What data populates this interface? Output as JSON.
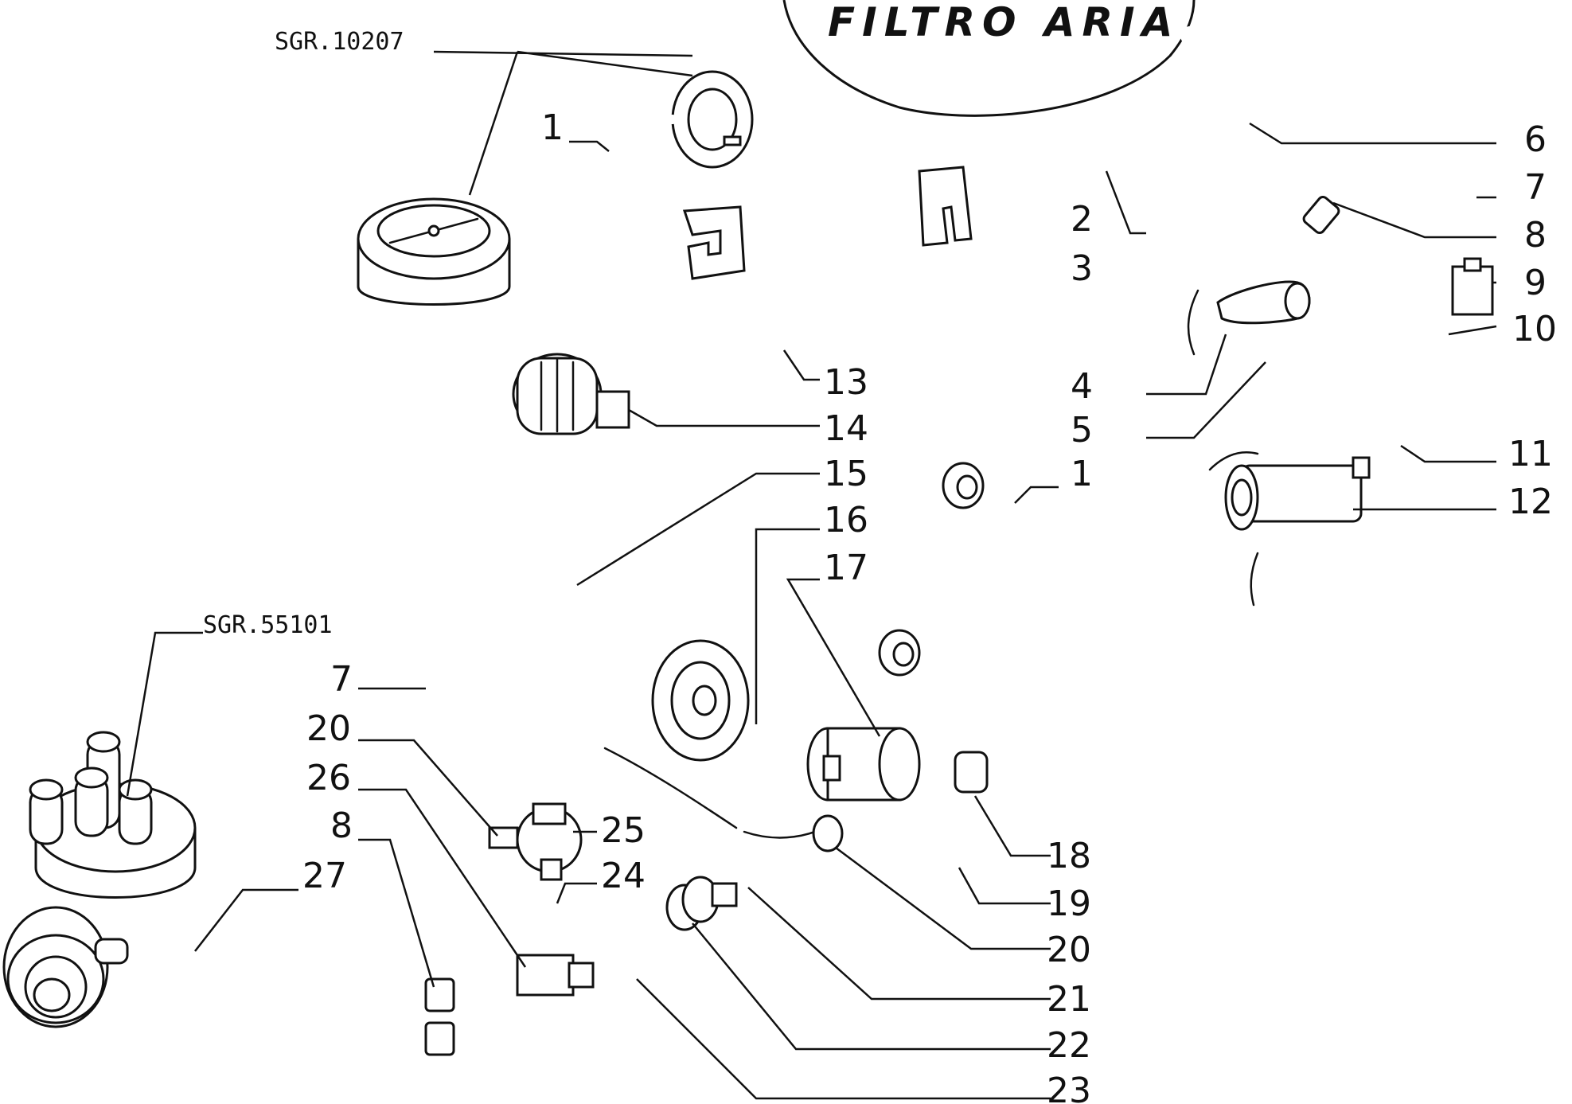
{
  "title": "FILTRO ARIA",
  "references": {
    "upper": "SGR.10207",
    "lower": "SGR.55101"
  },
  "callouts_right": [
    "6",
    "7",
    "8",
    "9",
    "10",
    "11",
    "12"
  ],
  "callouts_mid_right": [
    "2",
    "3",
    "4",
    "5"
  ],
  "callouts_center_upper": [
    "13",
    "14",
    "15"
  ],
  "callouts_center": [
    "1",
    "16",
    "17"
  ],
  "callouts_bottom_right": [
    "18",
    "19",
    "20",
    "21",
    "22",
    "23"
  ],
  "callouts_upper_left": [
    "1"
  ],
  "callouts_left": [
    "7",
    "20",
    "26",
    "8",
    "27"
  ],
  "callouts_center_lower": [
    "25",
    "24"
  ]
}
